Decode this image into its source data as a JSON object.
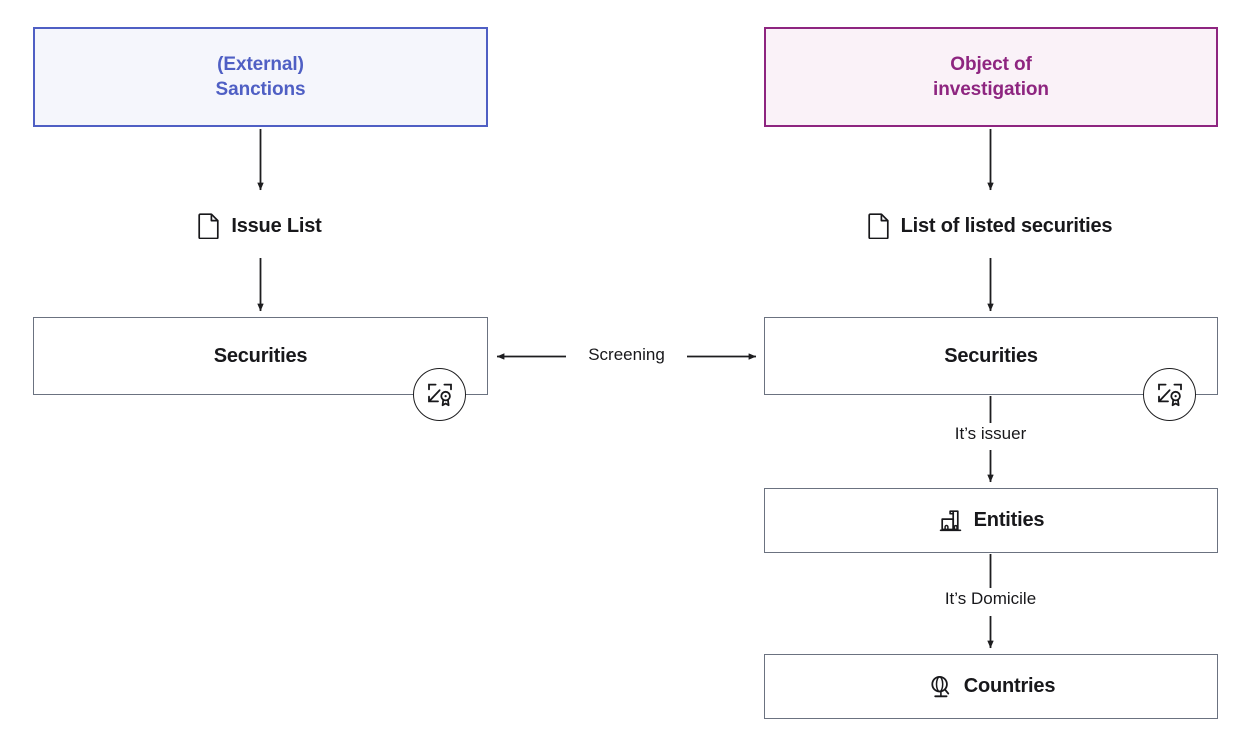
{
  "diagram": {
    "title": "Securities sanctions screening flow",
    "colors": {
      "sanctions_accent": "#4f5fc4",
      "sanctions_fill": "#f5f6fc",
      "investigation_accent": "#8e2580",
      "investigation_fill": "#faf2f8",
      "box_border": "#6b7280",
      "text": "#18181b",
      "edge": "#1d1d1f"
    },
    "left_branch": {
      "header": {
        "label": "(External)\nSanctions",
        "line1": "(External)",
        "line2": "Sanctions"
      },
      "document": {
        "label": "Issue List",
        "icon": "document-icon"
      },
      "securities": {
        "label": "Securities",
        "badge_icon": "certificate-badge-icon"
      }
    },
    "right_branch": {
      "header": {
        "label": "Object of\ninvestigation",
        "line1": "Object of",
        "line2": "investigation"
      },
      "document": {
        "label": "List of listed securities",
        "icon": "document-icon"
      },
      "securities": {
        "label": "Securities",
        "badge_icon": "certificate-badge-icon"
      },
      "entities": {
        "label": "Entities",
        "icon": "buildings-icon"
      },
      "countries": {
        "label": "Countries",
        "icon": "globe-icon"
      }
    },
    "edge_labels": {
      "screening": "Screening",
      "its_issuer": "It’s issuer",
      "its_domicile": "It’s Domicile"
    }
  }
}
